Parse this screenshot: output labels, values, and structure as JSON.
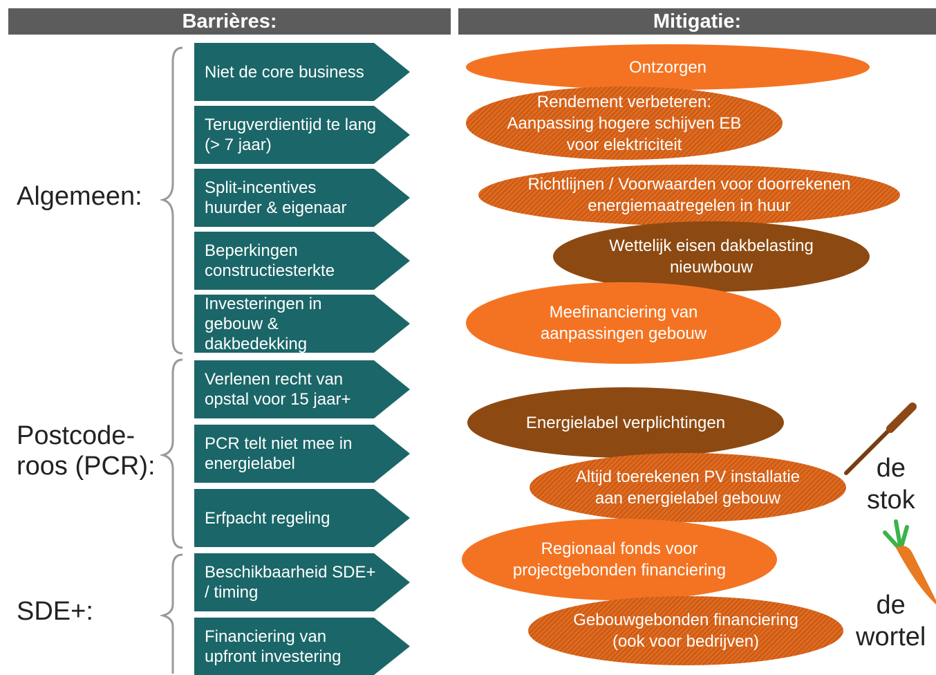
{
  "headers": {
    "barriers": "Barrières:",
    "mitigation": "Mitigatie:"
  },
  "groups": [
    {
      "label": "Algemeen:"
    },
    {
      "label_line1": "Postcode-",
      "label_line2": "roos (PCR):"
    },
    {
      "label": "SDE+:"
    }
  ],
  "barriers": [
    "Niet de core business",
    "Terugverdientijd te lang (> 7 jaar)",
    "Split-incentives huurder & eigenaar",
    "Beperkingen constructiesterkte",
    "Investeringen in gebouw & dakbedekking",
    "Verlenen recht van opstal voor 15 jaar+",
    "PCR telt niet mee in energielabel",
    "Erfpacht regeling",
    "Beschikbaarheid SDE+ / timing",
    "Financiering van upfront investering"
  ],
  "mitigations": [
    {
      "l1": "Ontzorgen",
      "l2": "",
      "l3": "",
      "style": "solid"
    },
    {
      "l1": "Rendement verbeteren:",
      "l2": "Aanpassing hogere schijven EB",
      "l3": "voor elektriciteit",
      "style": "hatched"
    },
    {
      "l1": "Richtlijnen / Voorwaarden voor doorrekenen",
      "l2": "energiemaatregelen in huur",
      "l3": "",
      "style": "hatched"
    },
    {
      "l1": "Wettelijk eisen dakbelasting",
      "l2": "nieuwbouw",
      "l3": "",
      "style": "brown"
    },
    {
      "l1": "Meefinanciering van",
      "l2": "aanpassingen gebouw",
      "l3": "",
      "style": "solid"
    },
    {
      "l1": "Energielabel verplichtingen",
      "l2": "",
      "l3": "",
      "style": "brown"
    },
    {
      "l1": "Altijd toerekenen PV installatie",
      "l2": "aan energielabel gebouw",
      "l3": "",
      "style": "hatched"
    },
    {
      "l1": "Regionaal fonds voor",
      "l2": "projectgebonden financiering",
      "l3": "",
      "style": "solid"
    },
    {
      "l1": "Gebouwgebonden financiering",
      "l2": "(ook voor bedrijven)",
      "l3": "",
      "style": "hatched"
    }
  ],
  "side": {
    "stick_line1": "de",
    "stick_line2": "stok",
    "carrot_line1": "de",
    "carrot_line2": "wortel"
  },
  "colors": {
    "header": "#5c5c5c",
    "arrow": "#1b6668",
    "orange": "#f47322",
    "brown": "#8c4a12"
  },
  "icons": [
    "stick-icon",
    "carrot-icon"
  ]
}
